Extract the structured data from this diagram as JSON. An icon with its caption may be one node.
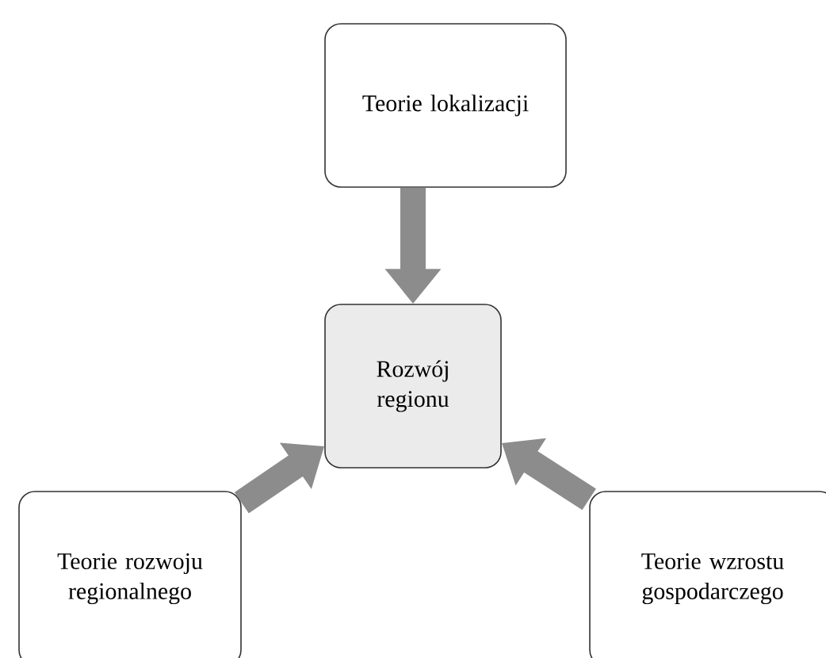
{
  "diagram": {
    "nodes": [
      {
        "text": [
          "Teorie lokalizacji"
        ]
      },
      {
        "text": [
          "Rozwój regionu"
        ]
      },
      {
        "text": [
          "Teorie rozwoju regionalnego"
        ]
      },
      {
        "text": [
          "Teorie wzrostu gospodarczego"
        ]
      }
    ],
    "edges": [
      {
        "from": 0,
        "to": 1,
        "arrow": "to"
      },
      {
        "from": 2,
        "to": 1,
        "arrow": "to"
      },
      {
        "from": 3,
        "to": 1,
        "arrow": "to"
      }
    ]
  }
}
